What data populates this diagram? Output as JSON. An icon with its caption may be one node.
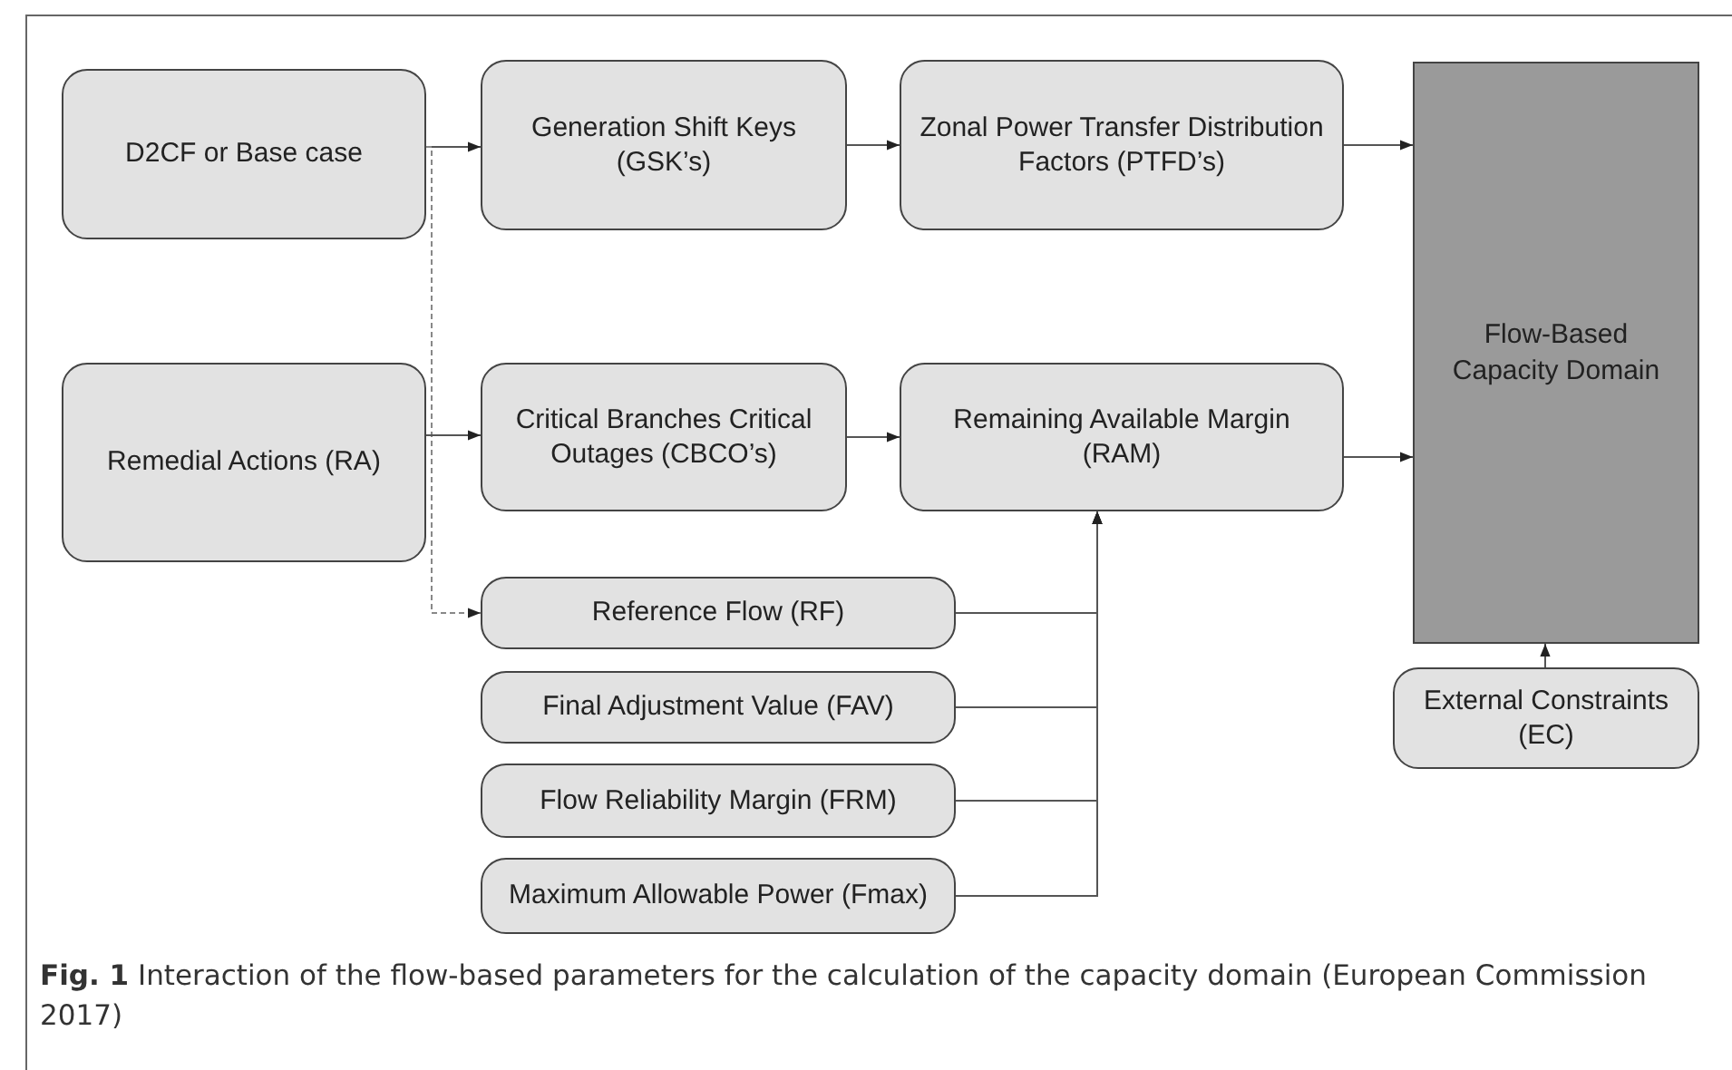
{
  "diagram": {
    "caption": "**Fig. 1** Interaction of the flow-based parameters for the calculation of the capacity domain (European Commission 2017)",
    "nodes": [
      {
        "text": [
          "D2CF or Base case"
        ]
      },
      {
        "text": [
          "Generation Shift Keys (GSK’s)"
        ]
      },
      {
        "text": [
          "Zonal Power Transfer Distribution Factors (PTFD’s)"
        ]
      },
      {
        "text": [
          "Flow-Based Capacity Domain"
        ]
      },
      {
        "text": [
          "Remedial Actions (RA)"
        ]
      },
      {
        "text": [
          "Critical Branches Critical Outages (CBCO’s)"
        ]
      },
      {
        "text": [
          "Remaining Available Margin (RAM)"
        ]
      },
      {
        "text": [
          "Reference Flow (RF)"
        ]
      },
      {
        "text": [
          "Final Adjustment Value (FAV)"
        ]
      },
      {
        "text": [
          "Flow Reliability Margin (FRM)"
        ]
      },
      {
        "text": [
          "Maximum Allowable Power (Fmax)"
        ]
      },
      {
        "text": [
          "External Constraints (EC)"
        ]
      }
    ],
    "edges": [
      {
        "from": 0,
        "to": 1,
        "arrow": "to"
      },
      {
        "from": 0,
        "to": 7,
        "arrow": "to",
        "style": "dashed"
      },
      {
        "from": 1,
        "to": 2,
        "arrow": "to"
      },
      {
        "from": 2,
        "to": 3,
        "arrow": "to"
      },
      {
        "from": 4,
        "to": 5,
        "arrow": "to"
      },
      {
        "from": 5,
        "to": 6,
        "arrow": "to"
      },
      {
        "from": 6,
        "to": 3,
        "arrow": "to"
      },
      {
        "from": 7,
        "to": 6,
        "arrow": "to"
      },
      {
        "from": 8,
        "to": 6,
        "arrow": "to"
      },
      {
        "from": 9,
        "to": 6,
        "arrow": "to"
      },
      {
        "from": 10,
        "to": 6,
        "arrow": "to"
      },
      {
        "from": 11,
        "to": 3,
        "arrow": "to"
      }
    ]
  }
}
